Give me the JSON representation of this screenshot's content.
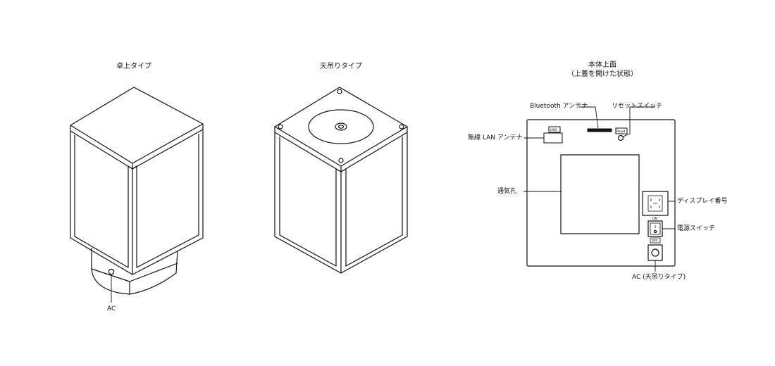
{
  "titles": {
    "desk": "卓上タイプ",
    "ceiling": "天吊りタイプ",
    "top_view_line1": "本体上面",
    "top_view_line2": "（上蓋を開けた状態）"
  },
  "labels": {
    "ac_desk": "AC",
    "bluetooth": "Bluetooth アンテナ",
    "reset": "リセットスイッチ",
    "wlan": "無線 LAN アンテナ",
    "vent": "通気孔",
    "display": "ディスプレイ番号",
    "power": "電源スイッチ",
    "ac_ceiling": "AC (天吊りタイプ)"
  },
  "board_marks": {
    "usb": "USB",
    "reset_btn": "Reset",
    "on": "ON",
    "off": "OFF"
  }
}
